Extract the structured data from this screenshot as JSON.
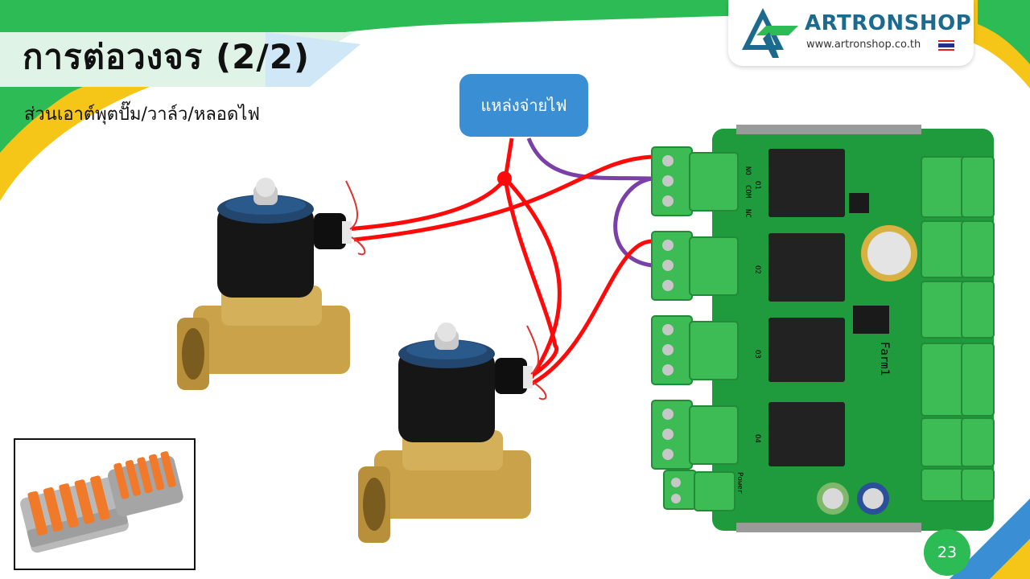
{
  "slide": {
    "title": "การต่อวงจร (2/2)",
    "subtitle": "ส่วนเอาต์พุตปั๊ม/วาล์ว/หลอดไฟ",
    "page_number": "23"
  },
  "logo": {
    "brand": "ARTRONSHOP",
    "url": "www.artronshop.co.th"
  },
  "diagram": {
    "power_source_label": "แหล่งจ่ายไฟ",
    "board": {
      "outputs": [
        "O1",
        "O2",
        "O3",
        "O4"
      ],
      "terminal_labels": [
        "NO",
        "COM",
        "NC"
      ],
      "brand_text": "Farm1",
      "power_label": "Power"
    },
    "wire_colors": {
      "positive": "#ff0a0a",
      "negative": "#7b3fa8"
    }
  },
  "colors": {
    "accent_green": "#2dbb55",
    "accent_blue": "#3a8fd4",
    "accent_yellow": "#f5c518"
  }
}
